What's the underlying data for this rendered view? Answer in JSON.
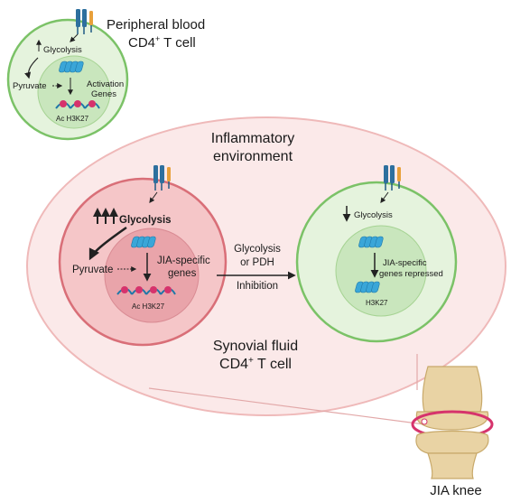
{
  "peripheral": {
    "title_line1": "Peripheral blood",
    "title_line2_prefix": "CD4",
    "title_line2_sup": "+",
    "title_line2_suffix": " T cell",
    "glycolysis_label": "Glycolysis",
    "pyruvate_label": "Pyruvate",
    "genes_line1": "Activation",
    "genes_line2": "Genes",
    "histone_mark": "Ac H3K27"
  },
  "environment": {
    "title_line1": "Inflammatory",
    "title_line2": "environment"
  },
  "jia_cell": {
    "glycolysis_label": "Glycolysis",
    "pyruvate_label": "Pyruvate",
    "genes_line1": "JIA-specific",
    "genes_line2": "genes",
    "histone_mark": "Ac H3K27"
  },
  "inhibition": {
    "line1": "Glycolysis",
    "line2": "or PDH",
    "line3": "Inhibition"
  },
  "inhibited_cell": {
    "glycolysis_label": "Glycolysis",
    "genes_line1": "JIA-specific",
    "genes_line2": "genes repressed",
    "histone_mark": "H3K27"
  },
  "synovial": {
    "title_line1": "Synovial fluid",
    "title_line2_prefix": "CD4",
    "title_line2_sup": "+",
    "title_line2_suffix": " T cell"
  },
  "knee": {
    "label": "JIA knee"
  },
  "colors": {
    "env_fill": "#fbe9e9",
    "env_stroke": "#efb9b9",
    "green_outer": "#e5f3dd",
    "green_stroke": "#7bc267",
    "green_inner": "#c9e6bd",
    "red_outer": "#f5c6c8",
    "red_stroke": "#d96f78",
    "red_inner": "#e9a4aa",
    "dna_blue": "#3aa6d8",
    "receptor_blue": "#2d6f9e",
    "receptor_orange": "#e8a03a",
    "histone_red": "#d6336c"
  }
}
